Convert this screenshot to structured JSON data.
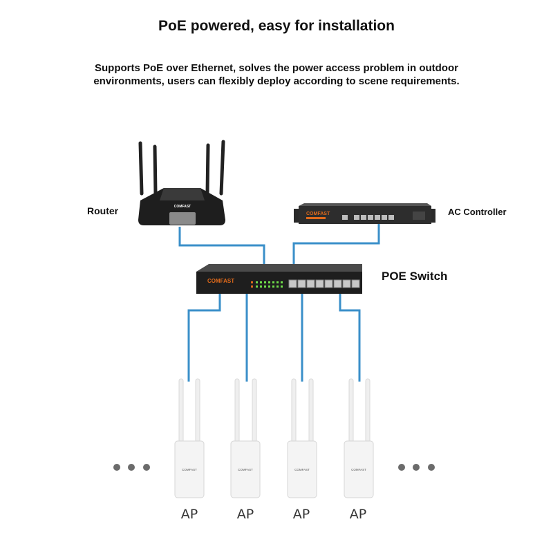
{
  "title": "PoE powered, easy for installation",
  "subtitle": "Supports PoE over Ethernet, solves the power access problem in outdoor environments, users can flexibly deploy according to scene requirements.",
  "devices": {
    "router": {
      "label": "Router"
    },
    "ac_controller": {
      "label": "AC Controller",
      "brand": "COMFAST"
    },
    "poe_switch": {
      "label": "POE Switch",
      "brand": "COMFAST"
    },
    "access_points": [
      {
        "label": "AP",
        "brand": "COMFAST"
      },
      {
        "label": "AP",
        "brand": "COMFAST"
      },
      {
        "label": "AP",
        "brand": "COMFAST"
      },
      {
        "label": "AP",
        "brand": "COMFAST"
      }
    ]
  },
  "colors": {
    "cable": "#3a8fc9",
    "device_dark": "#1e1e1e",
    "brand_orange": "#e06a1b",
    "ap_body": "#f4f4f4",
    "dots": "#6b6b6b"
  }
}
